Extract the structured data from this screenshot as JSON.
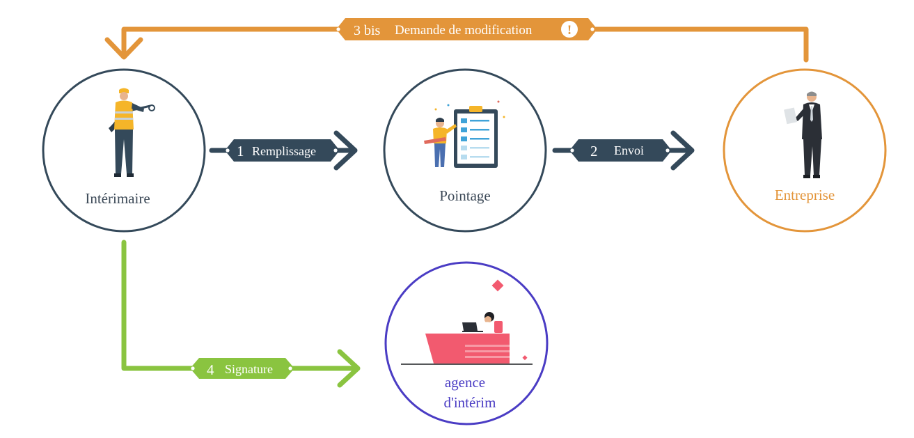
{
  "colors": {
    "dark": "#34495a",
    "orange": "#e3953a",
    "green": "#8ac440",
    "purple": "#4a3cc4",
    "white": "#ffffff"
  },
  "nodes": {
    "interimaire": {
      "label": "Intérimaire",
      "icon": "construction-worker-icon"
    },
    "pointage": {
      "label": "Pointage",
      "icon": "checklist-clipboard-icon"
    },
    "entreprise": {
      "label": "Entreprise",
      "icon": "businessman-icon"
    },
    "agence": {
      "label_line1": "agence",
      "label_line2": "d'intérim",
      "icon": "reception-desk-icon"
    }
  },
  "steps": {
    "step1": {
      "number": "1",
      "label": "Remplissage"
    },
    "step2": {
      "number": "2",
      "label": "Envoi"
    },
    "step3": {
      "number": "3 bis",
      "label": "Demande de modification",
      "badge": "!"
    },
    "step4": {
      "number": "4",
      "label": "Signature"
    }
  }
}
